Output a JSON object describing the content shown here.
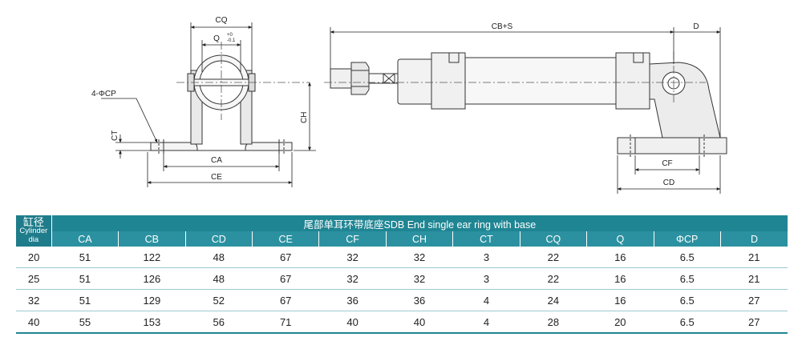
{
  "drawing": {
    "labels": {
      "cq": "CQ",
      "q": "Q",
      "q_tol_up": "+0",
      "q_tol_down": "-0.1",
      "four_cp": "4-ΦCP",
      "ct": "CT",
      "ch": "CH",
      "ca": "CA",
      "ce": "CE",
      "cbs": "CB+S",
      "d": "D",
      "cf": "CF",
      "cd": "CD"
    }
  },
  "table": {
    "title": "尾部单耳环带底座SDB End single ear ring with base",
    "corner_zh": "缸径",
    "corner_en": "Cylinder dia",
    "columns": [
      "CA",
      "CB",
      "CD",
      "CE",
      "CF",
      "CH",
      "CT",
      "CQ",
      "Q",
      "ΦCP",
      "D"
    ],
    "rows": [
      {
        "dia": "20",
        "values": [
          "51",
          "122",
          "48",
          "67",
          "32",
          "32",
          "3",
          "22",
          "16",
          "6.5",
          "21"
        ]
      },
      {
        "dia": "25",
        "values": [
          "51",
          "126",
          "48",
          "67",
          "32",
          "32",
          "3",
          "22",
          "16",
          "6.5",
          "21"
        ]
      },
      {
        "dia": "32",
        "values": [
          "51",
          "129",
          "52",
          "67",
          "36",
          "36",
          "4",
          "24",
          "16",
          "6.5",
          "27"
        ]
      },
      {
        "dia": "40",
        "values": [
          "55",
          "153",
          "56",
          "71",
          "40",
          "40",
          "4",
          "28",
          "20",
          "6.5",
          "27"
        ]
      }
    ]
  }
}
